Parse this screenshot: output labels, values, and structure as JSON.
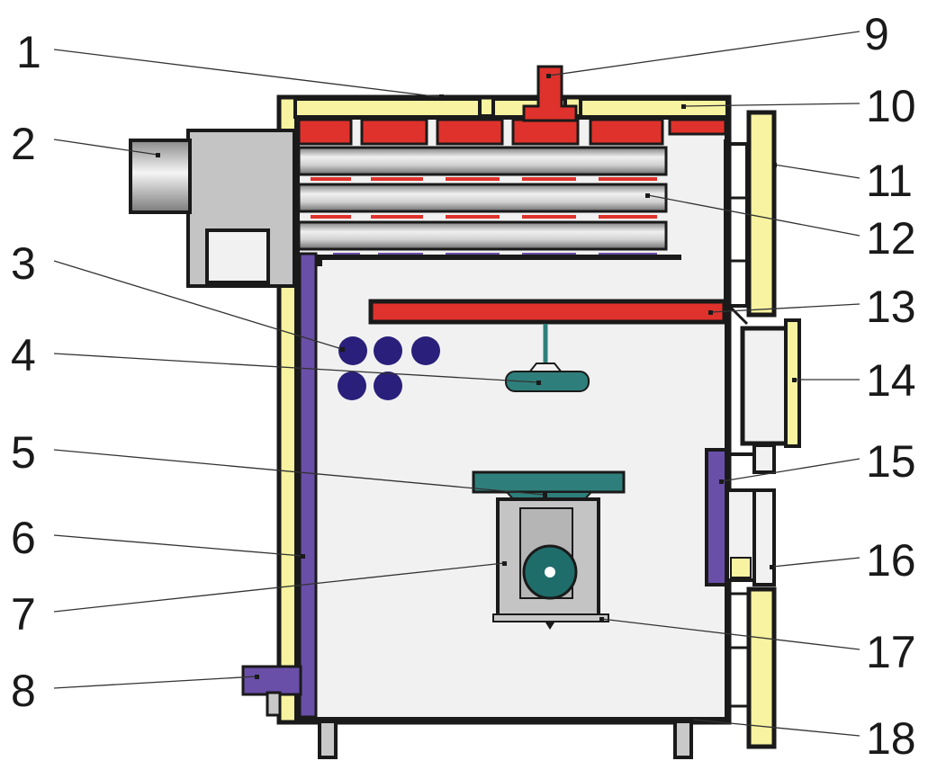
{
  "labels": {
    "l1": "1",
    "l2": "2",
    "l3": "3",
    "l4": "4",
    "l5": "5",
    "l6": "6",
    "l7": "7",
    "l8": "8",
    "l9": "9",
    "l10": "10",
    "l11": "11",
    "l12": "12",
    "l13": "13",
    "l14": "14",
    "l15": "15",
    "l16": "16",
    "l17": "17",
    "l18": "18"
  },
  "colors": {
    "outline": "#1a1a1a",
    "insulation": "#f7f3a0",
    "brick_red": "#e0322c",
    "chamber": "#f1f1f1",
    "pipe_gray": "#b8b8b8",
    "water_jacket": "#6a4fa8",
    "turbulator": "#2e7f7b",
    "nozzle_dots": "#2a1f7a",
    "flue": "#c9c9c9"
  }
}
